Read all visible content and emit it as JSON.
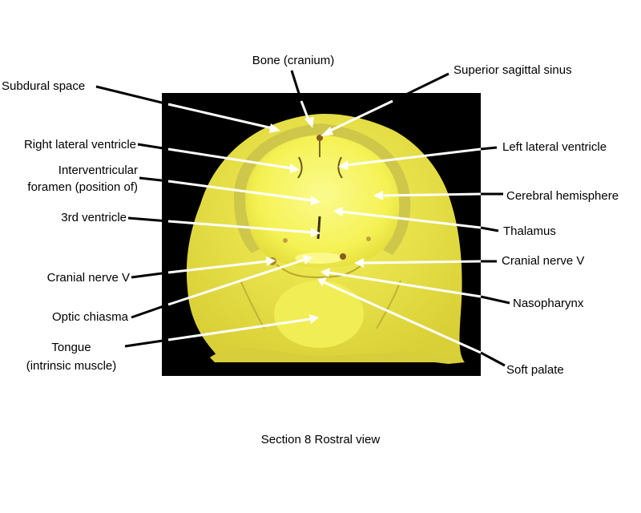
{
  "caption": "Section 8 Rostral view",
  "labels": {
    "bone_cranium": "Bone (cranium)",
    "superior_sagittal_sinus": "Superior sagittal sinus",
    "subdural_space": "Subdural space",
    "right_lateral_ventricle": "Right lateral ventricle",
    "left_lateral_ventricle": "Left lateral ventricle",
    "interventricular_foramen_line1": "Interventricular",
    "interventricular_foramen_line2": "foramen (position of)",
    "cerebral_hemisphere": "Cerebral hemisphere",
    "third_ventricle": "3rd ventricle",
    "thalamus": "Thalamus",
    "cranial_nerve_v_left": "Cranial nerve V",
    "cranial_nerve_v_right": "Cranial nerve V",
    "optic_chiasma": "Optic chiasma",
    "nasopharynx": "Nasopharynx",
    "tongue_line1": "Tongue",
    "tongue_line2": "(intrinsic muscle)",
    "soft_palate": "Soft palate"
  },
  "colors": {
    "background": "#ffffff",
    "photo_background": "#000000",
    "tissue": "#f2f04a",
    "tissue_light": "#fbf98a",
    "tissue_dark": "#b8a82c",
    "leader_black": "#000000",
    "leader_white": "#ffffff"
  }
}
